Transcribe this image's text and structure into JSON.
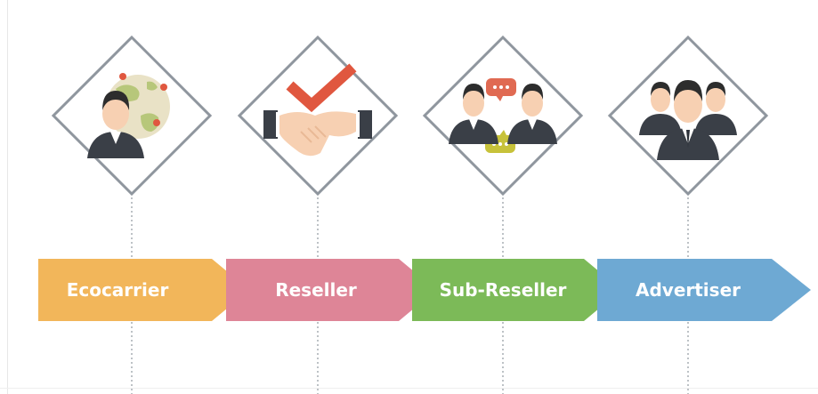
{
  "diagram": {
    "steps": [
      {
        "label": "Ecocarrier",
        "color": "#f2b65a",
        "icon": "globe-businessman-icon"
      },
      {
        "label": "Reseller",
        "color": "#de8597",
        "icon": "handshake-checkmark-icon"
      },
      {
        "label": "Sub-Reseller",
        "color": "#7cba58",
        "icon": "two-people-chat-icon"
      },
      {
        "label": "Advertiser",
        "color": "#6ea9d3",
        "icon": "group-of-people-icon"
      }
    ],
    "colors": {
      "diamond_border": "#8f969e",
      "connector": "#a7adb4",
      "suit": "#3a3f47",
      "skin": "#f7d0b2",
      "hair": "#2d2d2d",
      "check": "#e0573f",
      "chat_red": "#e06a52",
      "chat_yellow": "#c7c23a",
      "globe": "#e9e2c6",
      "globe_land": "#b7c77a"
    }
  }
}
